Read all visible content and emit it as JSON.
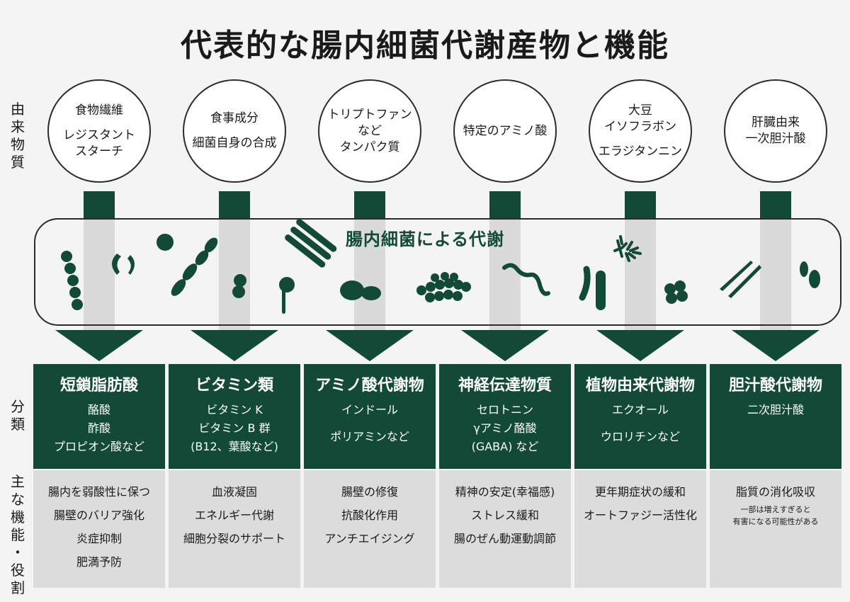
{
  "title": "代表的な腸内細菌代謝産物と機能",
  "side_labels": {
    "origin": [
      "由",
      "来",
      "物",
      "質"
    ],
    "category": [
      "分",
      "類"
    ],
    "function": [
      "主",
      "な",
      "機",
      "能",
      "・",
      "役",
      "割"
    ]
  },
  "middle_band_title": "腸内細菌による代謝",
  "colors": {
    "primary": "#124a37",
    "function_bg": "#dcdcdc",
    "shaft": "#dadada"
  },
  "columns": [
    {
      "origin": [
        "食物繊維",
        "",
        "レジスタント",
        "スターチ"
      ],
      "category": "短鎖脂肪酸",
      "examples": [
        "酪酸",
        "酢酸",
        "プロピオン酸など"
      ],
      "functions": [
        "腸内を弱酸性に保つ",
        "腸壁のバリア強化",
        "炎症抑制",
        "肥満予防"
      ]
    },
    {
      "origin": [
        "食事成分",
        "",
        "細菌自身の合成"
      ],
      "category": "ビタミン類",
      "examples": [
        "ビタミン K",
        "ビタミン B 群",
        "(B12、葉酸など)"
      ],
      "functions": [
        "血液凝固",
        "エネルギー代謝",
        "細胞分裂のサポート"
      ]
    },
    {
      "origin": [
        "トリプトファン",
        "など",
        "タンパク質"
      ],
      "category": "アミノ酸代謝物",
      "examples": [
        "インドール",
        "",
        "ポリアミンなど"
      ],
      "functions": [
        "腸壁の修復",
        "抗酸化作用",
        "アンチエイジング"
      ]
    },
    {
      "origin": [
        "特定のアミノ酸"
      ],
      "category": "神経伝達物質",
      "examples": [
        "セロトニン",
        "γアミノ酪酸",
        "(GABA) など"
      ],
      "functions": [
        "精神の安定(幸福感)",
        "ストレス緩和",
        "腸のぜん動運動調節"
      ]
    },
    {
      "origin": [
        "大豆",
        "イソフラボン",
        "",
        "エラジタンニン"
      ],
      "category": "植物由来代謝物",
      "examples": [
        "エクオール",
        "",
        "ウロリチンなど"
      ],
      "functions": [
        "更年期症状の緩和",
        "オートファジー活性化"
      ]
    },
    {
      "origin": [
        "肝臓由来",
        "一次胆汁酸"
      ],
      "category": "胆汁酸代謝物",
      "examples": [
        "",
        "二次胆汁酸"
      ],
      "functions": [
        "脂質の消化吸収"
      ],
      "notes": [
        "一部は増えすぎると",
        "有害になる可能性がある"
      ]
    }
  ]
}
